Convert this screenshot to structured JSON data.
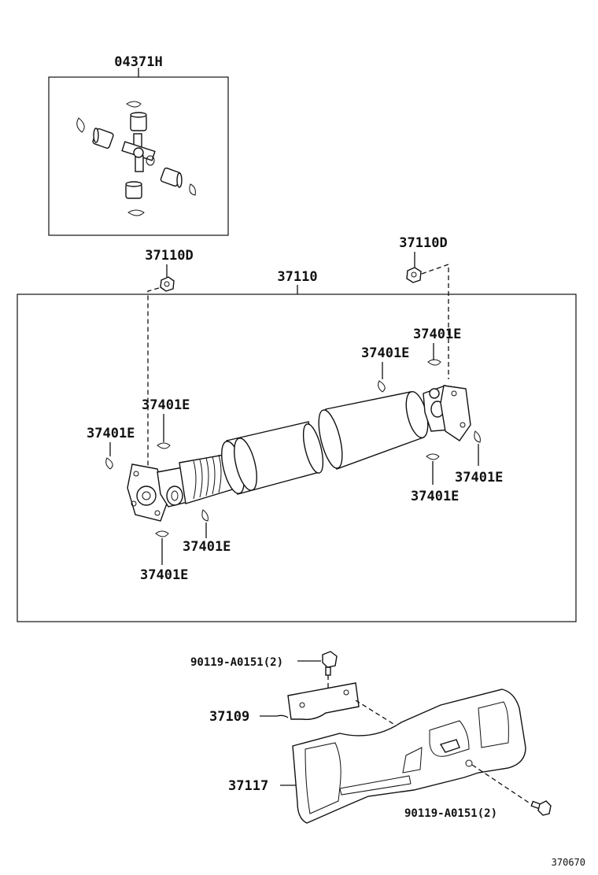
{
  "labels": {
    "kit": "04371H",
    "shaft_assy": "37110",
    "flange_nut_left": "37110D",
    "flange_nut_right": "37110D",
    "snap_ring_top_right_1": "37401E",
    "snap_ring_top_right_2": "37401E",
    "snap_ring_left_upper": "37401E",
    "snap_ring_left_outer": "37401E",
    "snap_ring_left_lower_1": "37401E",
    "snap_ring_left_lower_2": "37401E",
    "snap_ring_right_lower_1": "37401E",
    "snap_ring_right_lower_2": "37401E",
    "bolt_upper": "90119-A0151(2)",
    "bracket": "37109",
    "heat_insulator": "37117",
    "bolt_lower": "90119-A0151(2)",
    "doc_id": "370670"
  },
  "colors": {
    "line": "#111111",
    "background": "#ffffff"
  }
}
